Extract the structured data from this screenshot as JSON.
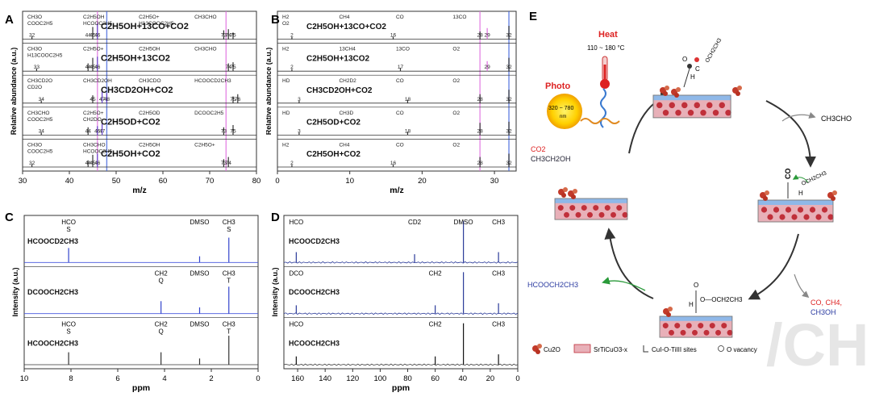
{
  "figure": {
    "panels": [
      "A",
      "B",
      "C",
      "D",
      "E"
    ]
  },
  "chart_data": [
    {
      "id": "A",
      "type": "line",
      "xlabel": "m/z",
      "ylabel": "Relative abundance (a.u.)",
      "xlim": [
        30,
        80
      ],
      "xticks": [
        30,
        40,
        50,
        60,
        70,
        80
      ],
      "traces": [
        {
          "name": "C2H5OH+13CO+CO2",
          "peaks": [
            [
              32,
              0.12
            ],
            [
              45,
              0.55
            ],
            [
              46,
              0.7
            ],
            [
              73,
              0.4
            ],
            [
              74,
              0.45
            ],
            [
              75,
              0.3
            ]
          ],
          "labels": [
            "CH3O",
            "C2H5OH",
            "C2H5O+",
            "CH3CHO",
            "COOC2H5",
            "HCOOC2H5",
            "H13COOC2H5"
          ],
          "numbers": [
            "32",
            "44",
            "45",
            "46",
            "73",
            "74",
            "75"
          ]
        },
        {
          "name": "C2H5OH+13CO2",
          "peaks": [
            [
              33,
              0.12
            ],
            [
              44,
              0.35
            ],
            [
              45,
              0.6
            ],
            [
              46,
              0.65
            ],
            [
              74,
              0.35
            ],
            [
              75,
              0.4
            ]
          ],
          "labels": [
            "CH3O",
            "C2H5O+",
            "C2H5OH",
            "CH3CHO",
            "H13COOC2H5"
          ],
          "numbers": [
            "33",
            "44",
            "45",
            "46",
            "74",
            "75"
          ]
        },
        {
          "name": "CH3CD2OH+CO2",
          "peaks": [
            [
              34,
              0.12
            ],
            [
              45,
              0.35
            ],
            [
              47,
              0.5
            ],
            [
              48,
              0.45
            ],
            [
              75,
              0.3
            ],
            [
              76,
              0.4
            ]
          ],
          "labels": [
            "CH3CD2O",
            "CH3CD2OH",
            "CH3CDO",
            "HCOOCD2CH3",
            "CD2O"
          ],
          "numbers": [
            "34",
            "45",
            "47",
            "48",
            "75",
            "76"
          ]
        },
        {
          "name": "C2H5OD+CO2",
          "peaks": [
            [
              34,
              0.12
            ],
            [
              44,
              0.35
            ],
            [
              46,
              0.4
            ],
            [
              47,
              0.5
            ],
            [
              73,
              0.35
            ],
            [
              75,
              0.45
            ]
          ],
          "labels": [
            "CH3CHO",
            "C2H5O+",
            "C2H5OD",
            "DCOOC2H5",
            "COOC2H5",
            "CH2DO"
          ],
          "numbers": [
            "34",
            "44",
            "46",
            "47",
            "73",
            "75"
          ]
        },
        {
          "name": "C2H5OH+CO2",
          "peaks": [
            [
              32,
              0.12
            ],
            [
              44,
              0.3
            ],
            [
              45,
              0.55
            ],
            [
              46,
              0.6
            ],
            [
              73,
              0.35
            ],
            [
              74,
              0.45
            ]
          ],
          "labels": [
            "CH3O",
            "CH3CHO",
            "C2H5OH",
            "C2H5O+",
            "COOC2H5",
            "HCOOC2H5"
          ],
          "numbers": [
            "32",
            "44",
            "45",
            "46",
            "73",
            "74"
          ]
        }
      ]
    },
    {
      "id": "B",
      "type": "line",
      "xlabel": "m/z",
      "ylabel": "Relative abundance (a.u.)",
      "xlim": [
        0,
        33
      ],
      "xticks": [
        0,
        10,
        20,
        30
      ],
      "traces": [
        {
          "name": "C2H5OH+13CO+CO2",
          "peaks": [
            [
              2,
              0.1
            ],
            [
              16,
              0.12
            ],
            [
              28,
              0.35
            ],
            [
              29,
              0.5
            ],
            [
              32,
              0.6
            ]
          ],
          "labels": [
            "H2",
            "CH4",
            "CO",
            "13CO",
            "O2"
          ],
          "numbers": [
            "2",
            "16",
            "28",
            "29",
            "32"
          ]
        },
        {
          "name": "C2H5OH+13CO2",
          "peaks": [
            [
              2,
              0.1
            ],
            [
              17,
              0.15
            ],
            [
              29,
              0.45
            ],
            [
              32,
              0.6
            ]
          ],
          "labels": [
            "H2",
            "13CH4",
            "13CO",
            "O2"
          ],
          "numbers": [
            "2",
            "17",
            "29",
            "32"
          ]
        },
        {
          "name": "CH3CD2OH+CO2",
          "peaks": [
            [
              3,
              0.12
            ],
            [
              18,
              0.15
            ],
            [
              28,
              0.4
            ],
            [
              32,
              0.6
            ]
          ],
          "labels": [
            "HD",
            "CH2D2",
            "CO",
            "O2"
          ],
          "numbers": [
            "3",
            "18",
            "28",
            "32"
          ]
        },
        {
          "name": "C2H5OD+CO2",
          "peaks": [
            [
              3,
              0.12
            ],
            [
              18,
              0.15
            ],
            [
              28,
              0.55
            ],
            [
              32,
              0.6
            ]
          ],
          "labels": [
            "HD",
            "CH3D",
            "CO",
            "O2"
          ],
          "numbers": [
            "3",
            "18",
            "28",
            "32"
          ]
        },
        {
          "name": "C2H5OH+CO2",
          "peaks": [
            [
              2,
              0.1
            ],
            [
              16,
              0.12
            ],
            [
              28,
              0.45
            ],
            [
              32,
              0.6
            ]
          ],
          "labels": [
            "H2",
            "CH4",
            "CO",
            "O2"
          ],
          "numbers": [
            "2",
            "16",
            "28",
            "32"
          ]
        }
      ]
    },
    {
      "id": "C",
      "type": "line",
      "xlabel": "ppm",
      "ylabel": "Intensity (a.u.)",
      "xlim": [
        10,
        0
      ],
      "xticks": [
        10,
        8,
        6,
        4,
        2,
        0
      ],
      "traces": [
        {
          "name": "HCOOCD2CH3",
          "peaks": [
            [
              8.1,
              0.35
            ],
            [
              2.5,
              0.15
            ],
            [
              1.25,
              0.6
            ]
          ],
          "labels": [
            {
              "x": 8.1,
              "top": "HCO",
              "bot": "S"
            },
            {
              "x": 2.5,
              "top": "DMSO",
              "bot": ""
            },
            {
              "x": 1.25,
              "top": "CH3",
              "bot": "S"
            }
          ]
        },
        {
          "name": "DCOOCH2CH3",
          "peaks": [
            [
              4.15,
              0.3
            ],
            [
              2.5,
              0.15
            ],
            [
              1.25,
              0.65
            ]
          ],
          "labels": [
            {
              "x": 4.15,
              "top": "CH2",
              "bot": "Q"
            },
            {
              "x": 2.5,
              "top": "DMSO",
              "bot": ""
            },
            {
              "x": 1.25,
              "top": "CH3",
              "bot": "T"
            }
          ]
        },
        {
          "name": "HCOOCH2CH3",
          "peaks": [
            [
              8.1,
              0.3
            ],
            [
              4.15,
              0.3
            ],
            [
              2.5,
              0.15
            ],
            [
              1.25,
              0.7
            ]
          ],
          "labels": [
            {
              "x": 8.1,
              "top": "HCO",
              "bot": "S"
            },
            {
              "x": 4.15,
              "top": "CH2",
              "bot": "Q"
            },
            {
              "x": 2.5,
              "top": "DMSO",
              "bot": ""
            },
            {
              "x": 1.25,
              "top": "CH3",
              "bot": "T"
            }
          ]
        }
      ]
    },
    {
      "id": "D",
      "type": "line",
      "xlabel": "ppm",
      "ylabel": "Intensity (a.u.)",
      "xlim": [
        170,
        0
      ],
      "xticks": [
        160,
        140,
        120,
        100,
        80,
        60,
        40,
        20,
        0
      ],
      "traces": [
        {
          "name": "HCOOCD2CH3",
          "peaks": [
            [
              161,
              0.25
            ],
            [
              75,
              0.2
            ],
            [
              39.5,
              1.0
            ],
            [
              14,
              0.25
            ]
          ],
          "labels": [
            {
              "x": 161,
              "top": "HCO"
            },
            {
              "x": 75,
              "top": "CD2"
            },
            {
              "x": 39.5,
              "top": "DMSO"
            },
            {
              "x": 14,
              "top": "CH3"
            }
          ]
        },
        {
          "name": "DCOOCH2CH3",
          "peaks": [
            [
              161,
              0.2
            ],
            [
              60,
              0.2
            ],
            [
              39.5,
              1.0
            ],
            [
              14,
              0.25
            ]
          ],
          "labels": [
            {
              "x": 161,
              "top": "DCO"
            },
            {
              "x": 60,
              "top": "CH2"
            },
            {
              "x": 14,
              "top": "CH3"
            }
          ]
        },
        {
          "name": "HCOOCH2CH3",
          "peaks": [
            [
              161,
              0.2
            ],
            [
              60,
              0.2
            ],
            [
              39.5,
              1.0
            ],
            [
              14,
              0.25
            ]
          ],
          "labels": [
            {
              "x": 161,
              "top": "HCO"
            },
            {
              "x": 60,
              "top": "CH2"
            },
            {
              "x": 14,
              "top": "CH3"
            }
          ]
        }
      ]
    }
  ],
  "schematic": {
    "heat": "Heat",
    "heat_range": "110 ~ 180 °C",
    "photo": "Photo",
    "photo_range": "320 ~ 780",
    "photo_unit": "nm",
    "reactant1": "CO2",
    "reactant2": "CH3CH2OH",
    "product_acetaldehyde": "CH3CHO",
    "product_ester": "HCOOCH2CH3",
    "products_side1": "CO, CH4,",
    "products_side2": "CH3OH",
    "label_H": "H",
    "label_CO": "CO",
    "label_OCH2CH3": "OCH2CH3",
    "label_ester_chain": "O—OCH2CH3",
    "legend": [
      "Cu2O",
      "SrTiCuO3-x",
      "CuI-O-TiIII sites",
      "O vacancy"
    ]
  },
  "watermark": "/CH"
}
